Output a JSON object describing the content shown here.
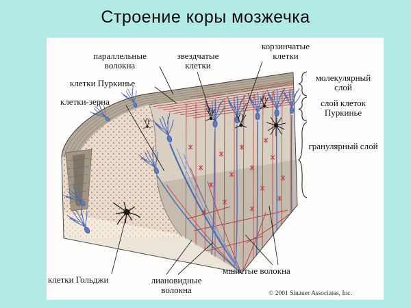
{
  "slide": {
    "title": "Строение коры мозжечка",
    "credit": "© 2001 Sinauer Associates, Inc."
  },
  "labels": {
    "parallel_fibers": "параллельные волокна",
    "stellate_cells": "звездчатые клетки",
    "basket_cells": "корзинчатые клетки",
    "purkinje_cells": "клетки Пуркинье",
    "granule_cells": "клетки-зерна",
    "molecular_layer": "молекулярный слой",
    "purkinje_cell_layer": "слой клеток Пуркинье",
    "granular_layer": "гранулярный слой",
    "golgi_cells": "клетки Гольджи",
    "climbing_fibers": "лиановидные волокна",
    "mossy_fibers": "мшистые волокна"
  },
  "colors": {
    "slide_background": "#b2ebe6",
    "panel_background": "#fefdfb",
    "block_surface_tan": "#d9d0c3",
    "top_band_tan": "#b5aa99",
    "fiber_red": "#c03a3a",
    "neuron_blue": "#4a6cb3",
    "neuron_black": "#1a1a1a",
    "granule_dot_orange": "#c4523e"
  }
}
